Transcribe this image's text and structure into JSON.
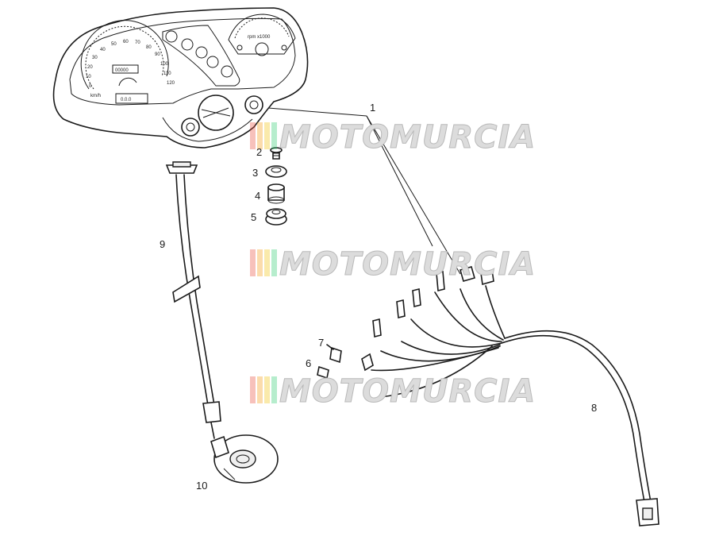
{
  "diagram": {
    "callouts": [
      {
        "id": "1",
        "label": "1"
      },
      {
        "id": "2",
        "label": "2"
      },
      {
        "id": "3",
        "label": "3"
      },
      {
        "id": "4",
        "label": "4"
      },
      {
        "id": "5",
        "label": "5"
      },
      {
        "id": "6",
        "label": "6"
      },
      {
        "id": "7",
        "label": "7"
      },
      {
        "id": "8",
        "label": "8"
      },
      {
        "id": "9",
        "label": "9"
      },
      {
        "id": "10",
        "label": "10"
      }
    ],
    "speedometer": {
      "scale": [
        "0",
        "10",
        "20",
        "30",
        "40",
        "50",
        "60",
        "70",
        "80",
        "90",
        "100",
        "110",
        "120"
      ],
      "unit": "km/h",
      "odometer": "00000",
      "trip": "0.0.0"
    },
    "tachometer": {
      "unit": "rpm x1000"
    }
  },
  "watermark": {
    "text": "MOTOMURCIA",
    "stripe_colors": [
      "#e74c3c",
      "#f39c12",
      "#f1c40f",
      "#2ecc71"
    ]
  },
  "colors": {
    "line": "#1a1a1a",
    "background": "#ffffff"
  }
}
